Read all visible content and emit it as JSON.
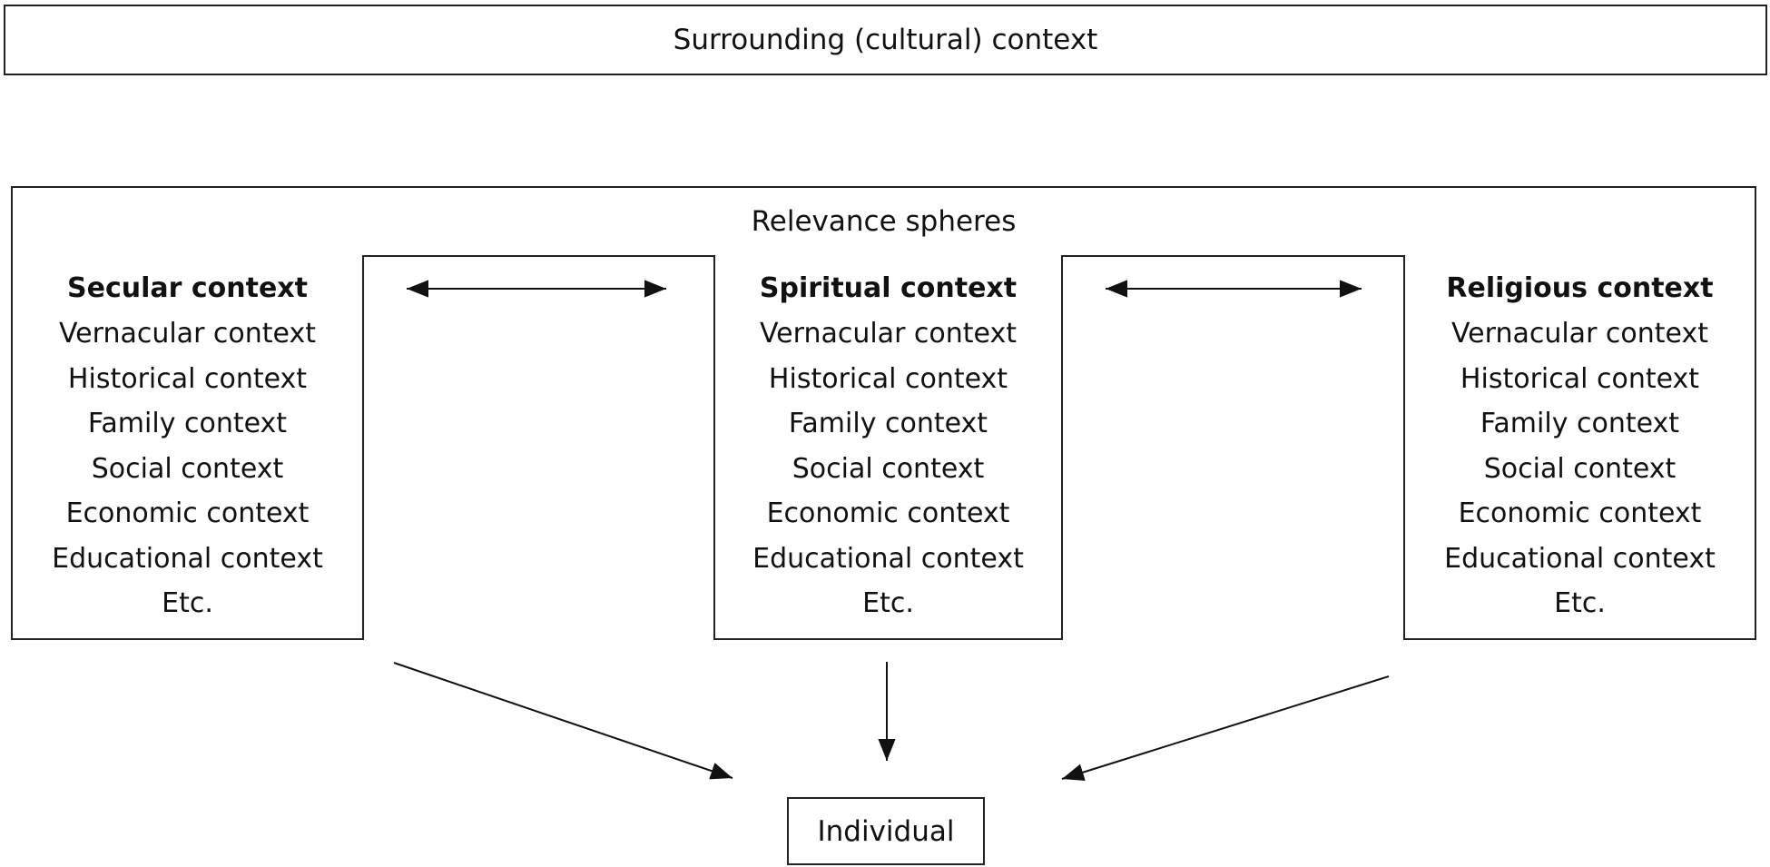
{
  "diagram": {
    "surrounding_label": "Surrounding  (cultural) context",
    "relevance_label": "Relevance spheres",
    "individual_label": "Individual",
    "contexts": [
      {
        "title": "Secular context",
        "items": [
          "Vernacular context",
          "Historical context",
          "Family context",
          "Social context",
          "Economic  context",
          "Educational context",
          "Etc."
        ]
      },
      {
        "title": "Spiritual context",
        "items": [
          "Vernacular context",
          "Historical context",
          "Family context",
          "Social context",
          "Economic  context",
          "Educational context",
          "Etc."
        ]
      },
      {
        "title": "Religious context",
        "items": [
          "Vernacular context",
          "Historical context",
          "Family context",
          "Social context",
          "Economic  context",
          "Educational context",
          "Etc."
        ]
      }
    ],
    "line_color": "#111111"
  }
}
